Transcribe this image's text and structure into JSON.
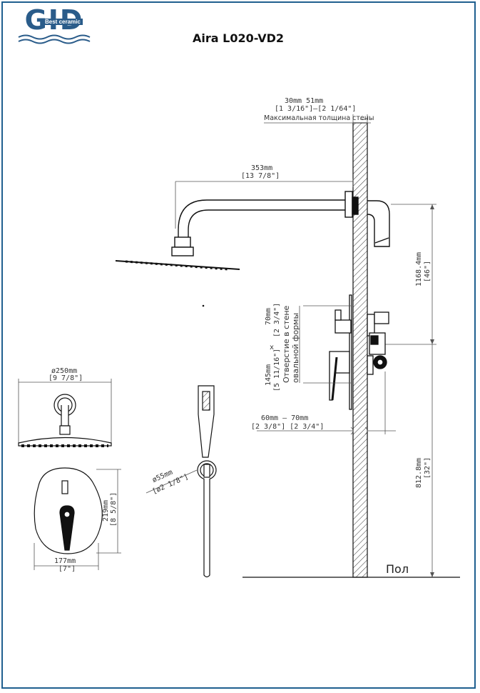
{
  "header": {
    "logo_text": "GID",
    "logo_tagline": "Best ceramic",
    "title": "Aira L020-VD2"
  },
  "dimensions": {
    "wall_thickness_mm": "30mm       51mm",
    "wall_thickness_in": "[1 3/16\"]—[2 1/64\"]",
    "wall_thickness_label": "Максимальная толщина стены",
    "arm_length_mm": "353mm",
    "arm_length_in": "[13 7/8\"]",
    "head_height_mm": "1168.4mm",
    "head_height_in": "[46\"]",
    "hole_width_mm": "70mm",
    "hole_width_in": "[2 3/4\"]",
    "hole_height_mm": "145mm",
    "hole_height_in": "[5 11/16\"]",
    "hole_times": "x",
    "hole_label_1": "Отверстие в стене",
    "hole_label_2": "овальной формы",
    "depth_mm": "60mm  —  70mm",
    "depth_in": "[2 3/8\"]  [2 3/4\"]",
    "mixer_height_mm": "812.8mm",
    "mixer_height_in": "[32\"]",
    "head_diameter_mm": "ø250mm",
    "head_diameter_in": "[9 7/8\"]",
    "plate_height_mm": "219mm",
    "plate_height_in": "[8 5/8\"]",
    "plate_width_mm": "177mm",
    "plate_width_in": "[7\"]",
    "holder_diameter_mm": "ø55mm",
    "holder_diameter_in": "[ø2 1/8\"]",
    "floor_label": "Пол"
  },
  "colors": {
    "frame": "#1f5f8f",
    "logo": "#2a5c8a",
    "line": "#111111"
  }
}
